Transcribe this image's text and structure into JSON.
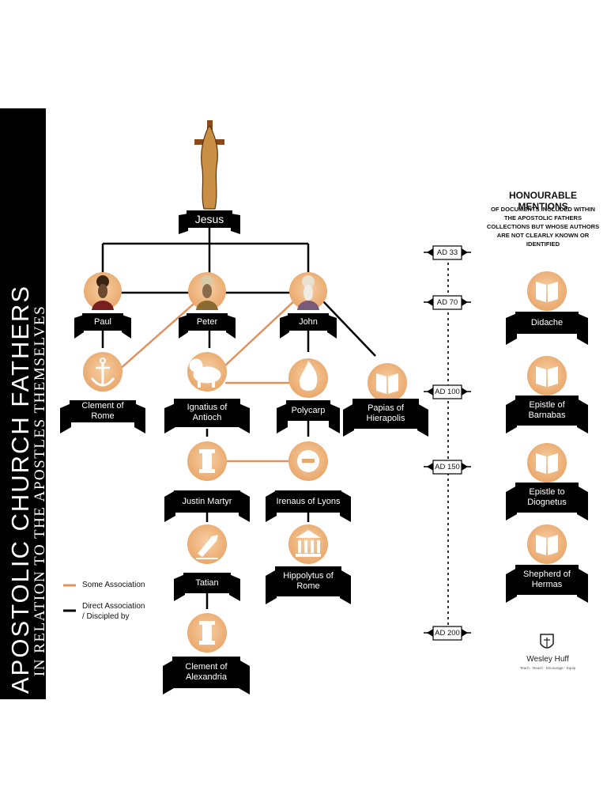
{
  "title": "APOSTOLIC CHURCH FATHERS",
  "subtitle": "IN RELATION TO THE APOSTLES THEMSELVES",
  "colors": {
    "association": "#e0915c",
    "direct": "#000000",
    "circle": "#f3c08c",
    "banner": "#000000"
  },
  "nodes": {
    "jesus": "Jesus",
    "paul": "Paul",
    "peter": "Peter",
    "john": "John",
    "clement_rome": "Clement of Rome",
    "ignatius": "Ignatius of Antioch",
    "polycarp": "Polycarp",
    "papias": "Papias of Hierapolis",
    "justin": "Justin Martyr",
    "irenaeus": "Irenaus of Lyons",
    "tatian": "Tatian",
    "hippolytus": "Hippolytus of Rome",
    "clement_alex": "Clement of Alexandria"
  },
  "timeline": [
    "AD 33",
    "AD 70",
    "AD 100",
    "AD 150",
    "AD 200"
  ],
  "honourable": {
    "title": "HONOURABLE MENTIONS",
    "subtitle": "OF DOCUMENTS INCLUDED WITHIN THE APOSTOLIC FATHERS COLLECTIONS BUT WHOSE AUTHORS ARE NOT CLEARLY KNOWN OR IDENTIFIED",
    "items": [
      "Didache",
      "Epistle of Barnabas",
      "Epistle to Diognetus",
      "Shepherd of Hermas"
    ]
  },
  "legend": {
    "some": "Some Association",
    "direct": "Direct Association / Discipled by"
  },
  "brand": {
    "name": "Wesley Huff",
    "tagline": "Teach · Reach · Encourage · Equip"
  }
}
